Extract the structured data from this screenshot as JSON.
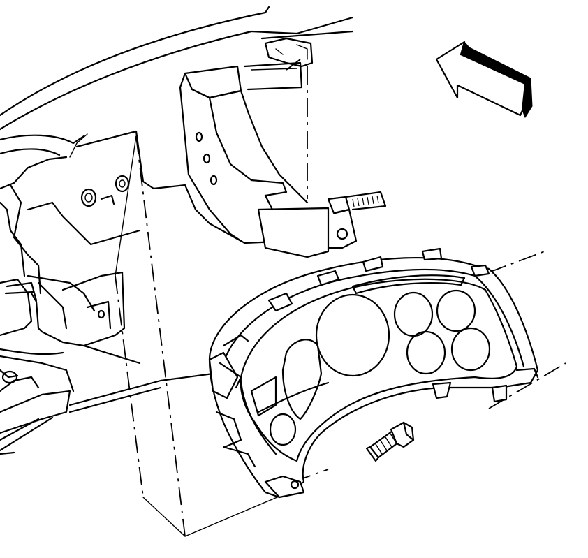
{
  "diagram": {
    "parts": [
      "instrument-panel-carrier",
      "instrument-cluster",
      "cluster-mounting-screw",
      "installation-direction-arrow",
      "alignment-guide-lines"
    ],
    "colors": {
      "line": "#000000",
      "background": "#ffffff"
    }
  }
}
